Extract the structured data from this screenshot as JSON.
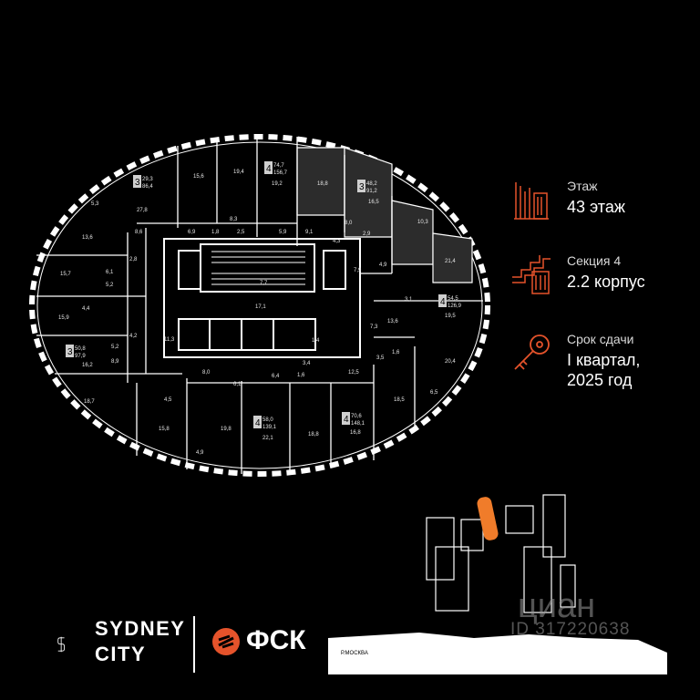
{
  "floor_info": {
    "floor": {
      "label": "Этаж",
      "value": "43 этаж",
      "icon": "building-icon"
    },
    "section": {
      "label": "Секция 4",
      "value": "2.2 корпус",
      "icon": "stairs-icon"
    },
    "delivery": {
      "label": "Срок сдачи",
      "value_line1": "I квартал,",
      "value_line2": "2025 год",
      "icon": "key-icon"
    }
  },
  "apartments": [
    {
      "rooms": "3",
      "area_living": "29,3",
      "area_total": "86,4"
    },
    {
      "rooms": "4",
      "area_living": "74,7",
      "area_total": "156,7"
    },
    {
      "rooms": "3",
      "area_living": "48,2",
      "area_total": "91,2"
    },
    {
      "rooms": "4",
      "area_living": "54,5",
      "area_total": "126,9"
    },
    {
      "rooms": "3",
      "area_living": "50,8",
      "area_total": "97,9"
    },
    {
      "rooms": "4",
      "area_living": "58,0",
      "area_total": "139,1"
    },
    {
      "rooms": "4",
      "area_living": "70,6",
      "area_total": "148,1"
    }
  ],
  "room_areas": [
    "5,3",
    "13,6",
    "15,7",
    "15,9",
    "27,8",
    "15,6",
    "19,4",
    "19,2",
    "18,8",
    "16,5",
    "10,3",
    "21,4",
    "19,5",
    "20,4",
    "18,5",
    "6,5",
    "16,8",
    "18,8",
    "22,1",
    "19,8",
    "4,9",
    "15,8",
    "18,7",
    "16,2",
    "8,6",
    "6,1",
    "5,2",
    "4,4",
    "4,2",
    "5,2",
    "8,9",
    "4,5",
    "11,3",
    "17,1",
    "7,7",
    "7,9",
    "8,0",
    "4,3",
    "9,1",
    "5,9",
    "1,8",
    "2,5",
    "8,3",
    "6,9",
    "13,6",
    "3,1",
    "7,3",
    "3,5",
    "1,6",
    "12,5",
    "6,4",
    "6,1",
    "8,0",
    "3,4",
    "1,6",
    "2,8",
    "4,9",
    "1,4",
    "2,9"
  ],
  "branding": {
    "logo_line1": "SYDNEY",
    "logo_line2": "CITY",
    "developer": "ФСК",
    "river": "Р.МОСКВА"
  },
  "watermark": {
    "brand": "циан",
    "id": "ID 317220638"
  },
  "colors": {
    "accent": "#e5532b",
    "background": "#000000",
    "highlight_building": "#f07c2a"
  }
}
